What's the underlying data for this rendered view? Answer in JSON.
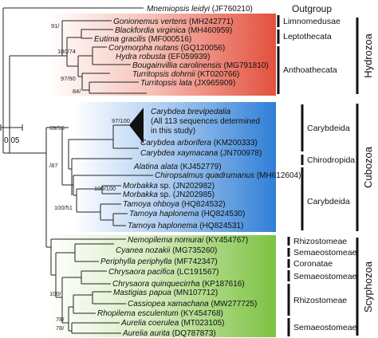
{
  "tree": {
    "outgroup_label": "Outgroup",
    "scale_label": "0.05",
    "colors": {
      "hydrozoa": "#e3503e",
      "cubozoa": "#2f7fd6",
      "scyphozoa": "#7cc242"
    },
    "taxa": [
      {
        "id": "t0",
        "sp": "Mnemiopsis leidyi",
        "acc": " (JF760210)"
      },
      {
        "id": "t1",
        "sp": "Gonionemus vertens",
        "acc": " (MH242771)"
      },
      {
        "id": "t2",
        "sp": "Blackfordia virginica",
        "acc": " (MH460959)"
      },
      {
        "id": "t3",
        "sp": "Eutima gracilis",
        "acc": " (MF000516)"
      },
      {
        "id": "t4",
        "sp": "Corymorpha nutans",
        "acc": " (GQ120056)"
      },
      {
        "id": "t5",
        "sp": "Hydra robusta",
        "acc": " (EF059939)"
      },
      {
        "id": "t6",
        "sp": "Bougainvillia carolinensis",
        "acc": " (MG791810)"
      },
      {
        "id": "t7",
        "sp": "Turritopsis dohrnii",
        "acc": " (KT020766)"
      },
      {
        "id": "t8",
        "sp": "Turritopsis lata",
        "acc": " (JX965909)"
      },
      {
        "id": "t9",
        "sp": "Carybdea brevipedalia",
        "acc": ""
      },
      {
        "id": "t9b",
        "sp": "",
        "acc": "(All 113 sequences determined"
      },
      {
        "id": "t9c",
        "sp": "",
        "acc": "in this study)"
      },
      {
        "id": "t10",
        "sp": "Carybdea arborifera",
        "acc": " (KM200333)"
      },
      {
        "id": "t11",
        "sp": "Carybdea xaymacana",
        "acc": " (JN700978)"
      },
      {
        "id": "t12",
        "sp": "Alatina alata",
        "acc": " (KJ452779)"
      },
      {
        "id": "t13",
        "sp": "Chiropsalmus quadrumanus",
        "acc": " (MH612604)"
      },
      {
        "id": "t14",
        "sp": "Morbakka",
        "acc": " sp. (JN202982)"
      },
      {
        "id": "t15",
        "sp": "Morbakka",
        "acc": " sp. (JN202985)"
      },
      {
        "id": "t16",
        "sp": "Tamoya ohboya",
        "acc": " (HQ824532)"
      },
      {
        "id": "t17",
        "sp": "Tamoya haplonema",
        "acc": " (HQ824530)"
      },
      {
        "id": "t18",
        "sp": "Tamoya haplonema",
        "acc": " (HQ824531)"
      },
      {
        "id": "t19",
        "sp": "Nemopilema nomurai",
        "acc": " (KY454767)"
      },
      {
        "id": "t20",
        "sp": "Cyanea nozakii",
        "acc": " (MG735260)"
      },
      {
        "id": "t21",
        "sp": "Periphylla periphylla",
        "acc": " (MF742347)"
      },
      {
        "id": "t22",
        "sp": "Chrysaora pacifica",
        "acc": " (LC191567)"
      },
      {
        "id": "t23",
        "sp": "Chrysaora quinquecirrha",
        "acc": " (KP187616)"
      },
      {
        "id": "t24",
        "sp": "Mastigias papua",
        "acc": " (MN107712)"
      },
      {
        "id": "t25",
        "sp": "Cassiopea xamachana",
        "acc": " (MW277725)"
      },
      {
        "id": "t26",
        "sp": "Rhopilema esculentum",
        "acc": " (KY454768)"
      },
      {
        "id": "t27",
        "sp": "Aurelia coerulea",
        "acc": " (MT023105)"
      },
      {
        "id": "t28",
        "sp": "Aurelia aurita",
        "acc": " (DQ787873)"
      }
    ],
    "supports": [
      {
        "id": "s1",
        "text": "91/"
      },
      {
        "id": "s2",
        "text": "100/74"
      },
      {
        "id": "s3",
        "text": "97/90"
      },
      {
        "id": "s4",
        "text": "84/"
      },
      {
        "id": "s5",
        "text": "97/100"
      },
      {
        "id": "s6",
        "text": "69/55"
      },
      {
        "id": "s7",
        "text": "/87"
      },
      {
        "id": "s8",
        "text": "100/100"
      },
      {
        "id": "s9",
        "text": "100/51"
      },
      {
        "id": "s10",
        "text": "100/"
      },
      {
        "id": "s11",
        "text": "78/"
      },
      {
        "id": "s12",
        "text": "78/"
      }
    ],
    "groups": [
      {
        "id": "g1",
        "text": "Limnomedusae"
      },
      {
        "id": "g2",
        "text": "Leptothecata"
      },
      {
        "id": "g3",
        "text": "Anthoathecata"
      },
      {
        "id": "g4",
        "text": "Carybdeida"
      },
      {
        "id": "g5",
        "text": "Chirodropida"
      },
      {
        "id": "g6",
        "text": "Carybdeida"
      },
      {
        "id": "g7",
        "text": "Rhizostomeae"
      },
      {
        "id": "g8",
        "text": "Semaeostomeae"
      },
      {
        "id": "g9",
        "text": "Coronatae"
      },
      {
        "id": "g10",
        "text": "Semaeostomeae"
      },
      {
        "id": "g11",
        "text": "Rhizostomeae"
      },
      {
        "id": "g12",
        "text": "Semaeostomeae"
      }
    ],
    "classes": [
      {
        "id": "c1",
        "text": "Hydrozoa"
      },
      {
        "id": "c2",
        "text": "Cubozoa"
      },
      {
        "id": "c3",
        "text": "Scyphozoa"
      }
    ]
  }
}
